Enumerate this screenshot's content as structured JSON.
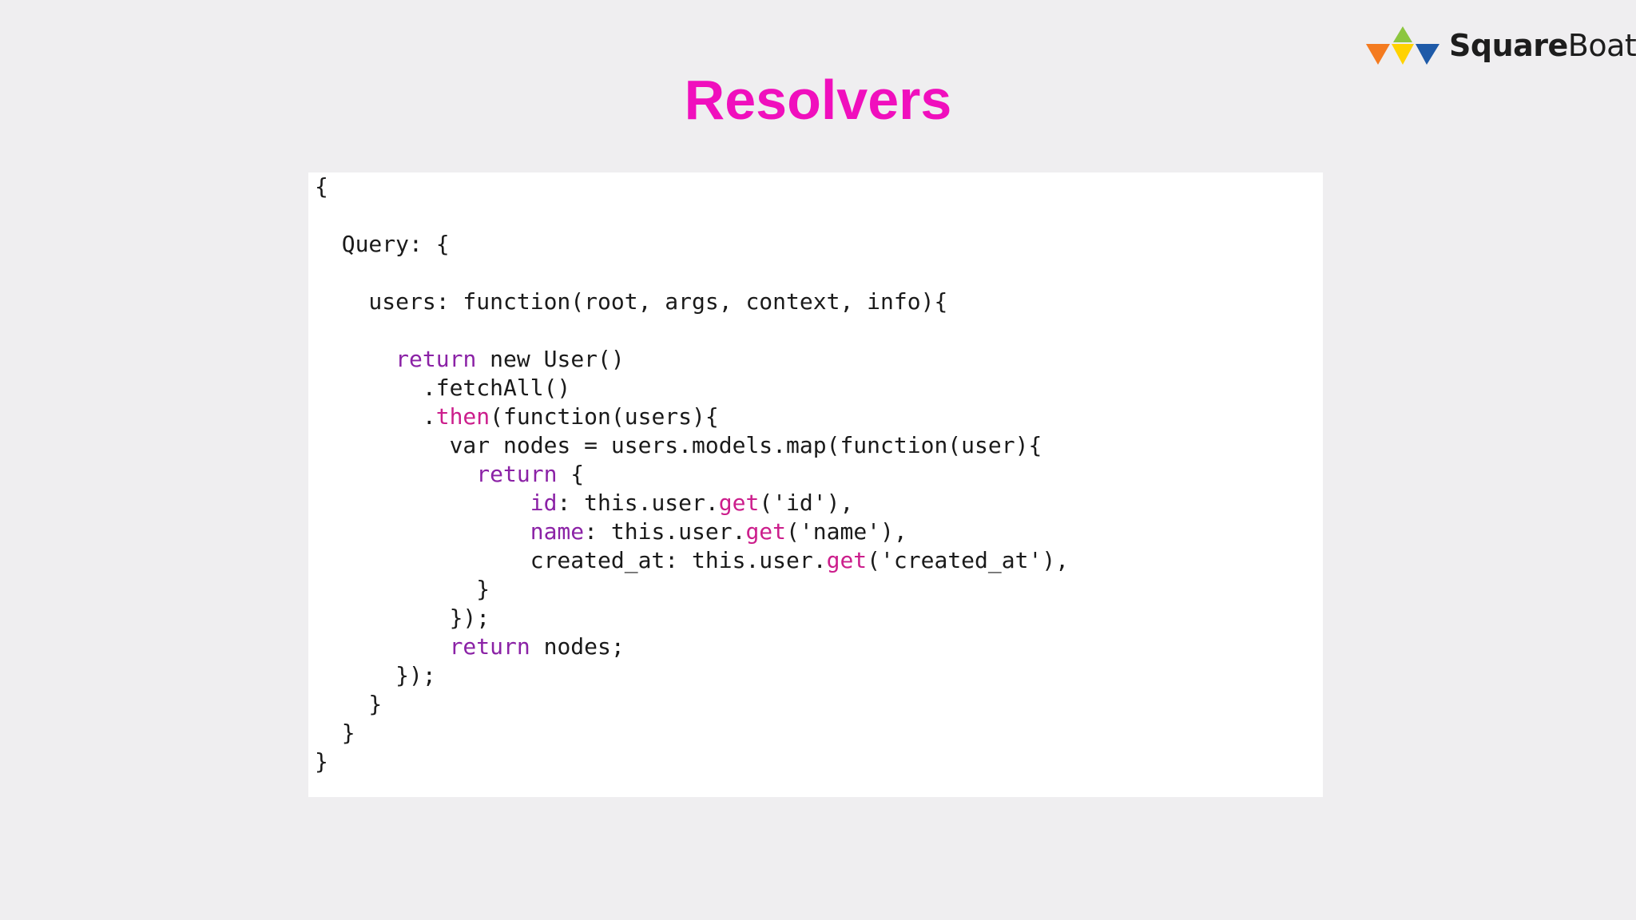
{
  "slide": {
    "title": "Resolvers"
  },
  "logo": {
    "text_bold": "Square",
    "text_regular": "Boat",
    "colors": [
      "#f47b20",
      "#ffd200",
      "#8cc63f",
      "#1e5aa8"
    ]
  },
  "code": {
    "lines": [
      [
        {
          "t": "{"
        }
      ],
      [],
      [
        {
          "t": "  Query: {"
        }
      ],
      [],
      [
        {
          "t": "    users: function(root, args, context, info){"
        }
      ],
      [],
      [
        {
          "t": "      "
        },
        {
          "t": "return",
          "k": "kw"
        },
        {
          "t": " new User()"
        }
      ],
      [
        {
          "t": "        .fetchAll()"
        }
      ],
      [
        {
          "t": "        ."
        },
        {
          "t": "then",
          "k": "fn"
        },
        {
          "t": "(function(users){"
        }
      ],
      [
        {
          "t": "          var nodes = users.models.map(function(user){"
        }
      ],
      [
        {
          "t": "            "
        },
        {
          "t": "return",
          "k": "kw"
        },
        {
          "t": " {"
        }
      ],
      [
        {
          "t": "                "
        },
        {
          "t": "id",
          "k": "kw"
        },
        {
          "t": ": this.user."
        },
        {
          "t": "get",
          "k": "fn"
        },
        {
          "t": "('id'),"
        }
      ],
      [
        {
          "t": "                "
        },
        {
          "t": "name",
          "k": "kw"
        },
        {
          "t": ": this.user."
        },
        {
          "t": "get",
          "k": "fn"
        },
        {
          "t": "('name'),"
        }
      ],
      [
        {
          "t": "                created_at: this.user."
        },
        {
          "t": "get",
          "k": "fn"
        },
        {
          "t": "('created_at'),"
        }
      ],
      [
        {
          "t": "            }"
        }
      ],
      [
        {
          "t": "          });"
        }
      ],
      [
        {
          "t": "          "
        },
        {
          "t": "return",
          "k": "kw"
        },
        {
          "t": " nodes;"
        }
      ],
      [
        {
          "t": "      });"
        }
      ],
      [
        {
          "t": "    }"
        }
      ],
      [
        {
          "t": "  }"
        }
      ],
      [
        {
          "t": "}"
        }
      ]
    ]
  }
}
